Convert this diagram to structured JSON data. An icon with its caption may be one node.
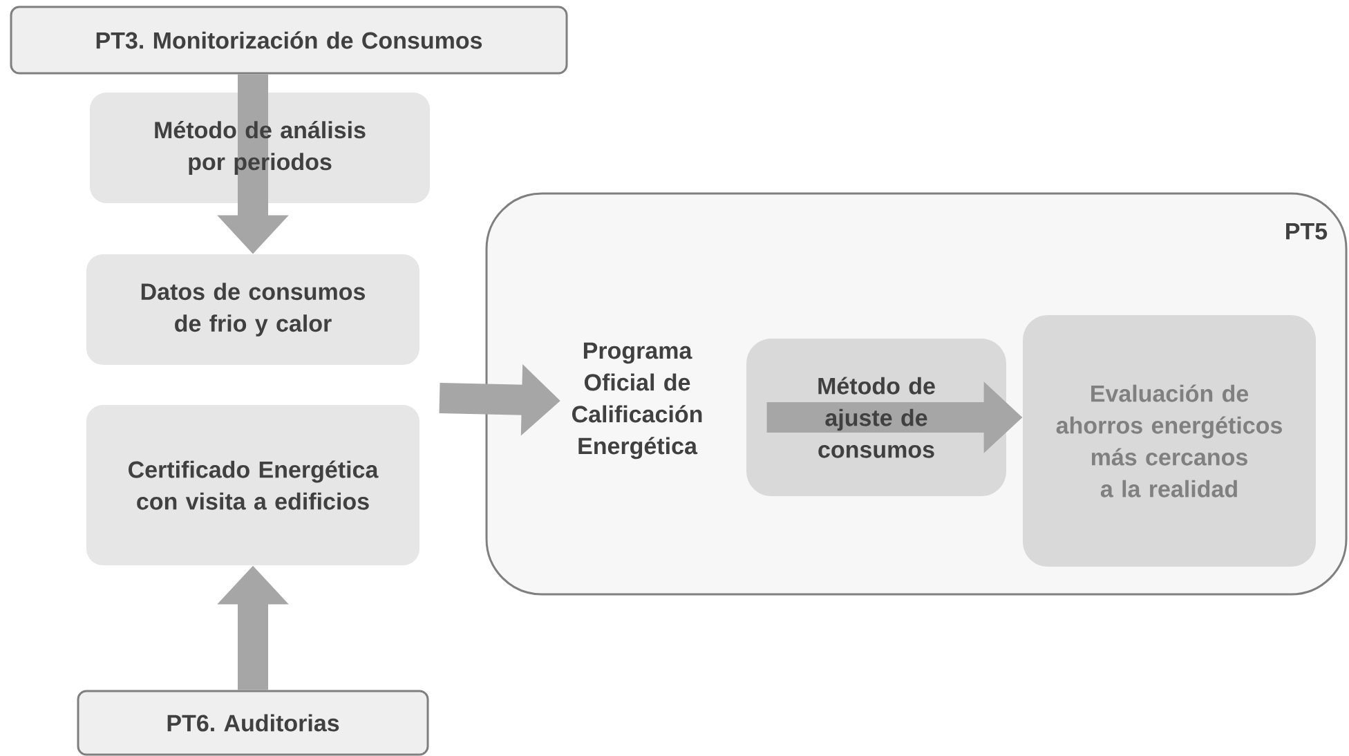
{
  "diagram": {
    "nodes": [
      {
        "text": [
          "PT3. Monitorización de Consumos"
        ]
      },
      {
        "text": [
          "Método de análisis por periodos"
        ]
      },
      {
        "text": [
          "Datos de consumos de frio y calor"
        ]
      },
      {
        "text": [
          "Certificado Energética con visita a edificios"
        ]
      },
      {
        "text": [
          "PT6. Auditorias"
        ]
      },
      {
        "text": [
          "PT5"
        ]
      },
      {
        "text": [
          "Programa Oficial de Calificación Energética"
        ],
        "in": 5
      },
      {
        "text": [
          "Método de ajuste de consumos"
        ],
        "in": 5
      },
      {
        "text": [
          "Evaluación de ahorros energéticos más cercanos a la realidad"
        ],
        "in": 5
      }
    ],
    "edges": [
      {
        "from": 0,
        "to": 2,
        "arrow": "to"
      },
      {
        "from": 4,
        "to": 3,
        "arrow": "to"
      },
      {
        "from": null,
        "to": 6,
        "arrow": "to"
      },
      {
        "from": 7,
        "to": 8,
        "arrow": "to"
      }
    ]
  }
}
